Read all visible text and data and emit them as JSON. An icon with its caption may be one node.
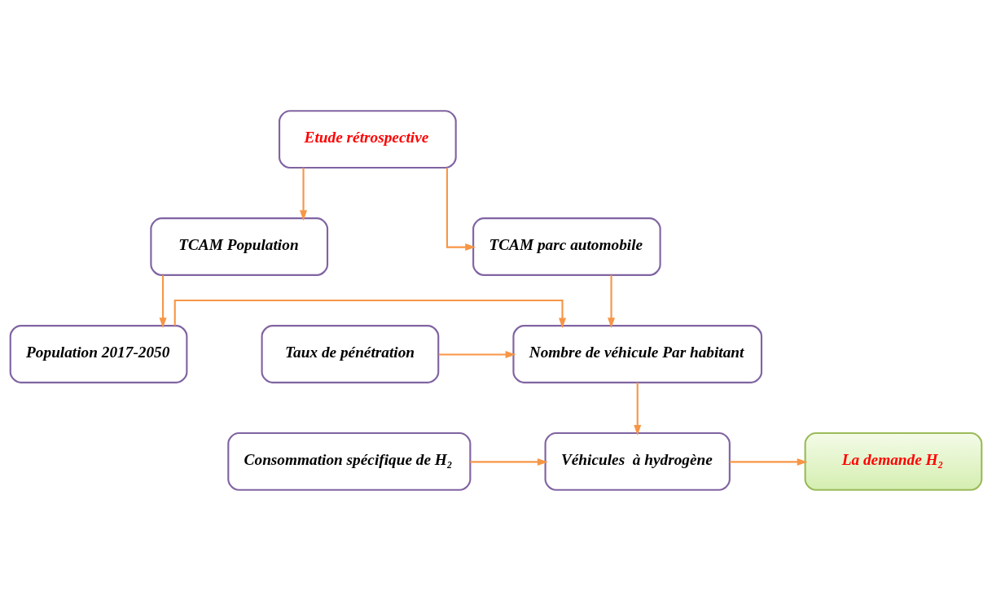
{
  "diagram": {
    "nodes": [
      {
        "text": [
          "Etude rétrospective"
        ]
      },
      {
        "text": [
          "TCAM parc automobile"
        ]
      },
      {
        "text": [
          "TCAM Population"
        ]
      },
      {
        "text": [
          "Taux de pénétration"
        ]
      },
      {
        "text": [
          "Nombre de véhicule Par habitant"
        ]
      },
      {
        "text": [
          "Population 2017-2050"
        ]
      },
      {
        "text": [
          "La demande H₂"
        ]
      },
      {
        "text": [
          "Véhicules  à hydrogène"
        ]
      },
      {
        "text": [
          "Consommation spécifique de H₂"
        ]
      }
    ],
    "edges": [
      {
        "from": 0,
        "to": 1,
        "arrow": "to"
      },
      {
        "from": 0,
        "to": 2,
        "arrow": "to"
      },
      {
        "from": 1,
        "to": 4,
        "arrow": "to"
      },
      {
        "from": 2,
        "to": 5,
        "arrow": "to"
      },
      {
        "from": 3,
        "to": 4,
        "arrow": "to"
      },
      {
        "from": 5,
        "to": 4,
        "arrow": "to"
      },
      {
        "from": 4,
        "to": 7,
        "arrow": "to"
      },
      {
        "from": 8,
        "to": 7,
        "arrow": "to"
      },
      {
        "from": 7,
        "to": 6,
        "arrow": "to"
      }
    ]
  }
}
